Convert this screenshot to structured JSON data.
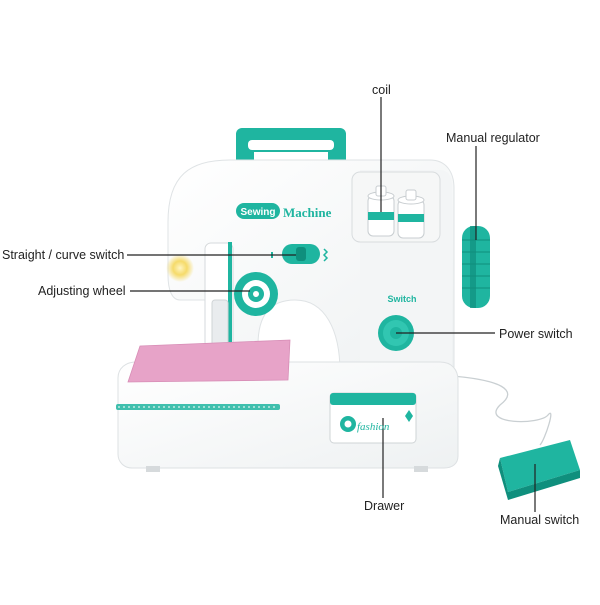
{
  "colors": {
    "accent": "#1fb5a0",
    "accent_dark": "#0f8f7d",
    "body": "#ffffff",
    "fabric": "#e7a3c8"
  },
  "product": {
    "logo_word1": "Sewing",
    "logo_word2": "Machine",
    "switch_text": "Switch",
    "drawer_text": "fashion"
  },
  "labels": {
    "coil": "coil",
    "manual_regulator": "Manual regulator",
    "straight_curve_switch": "Straight / curve switch",
    "adjusting_wheel": "Adjusting wheel",
    "power_switch": "Power switch",
    "drawer": "Drawer",
    "manual_switch": "Manual switch"
  }
}
